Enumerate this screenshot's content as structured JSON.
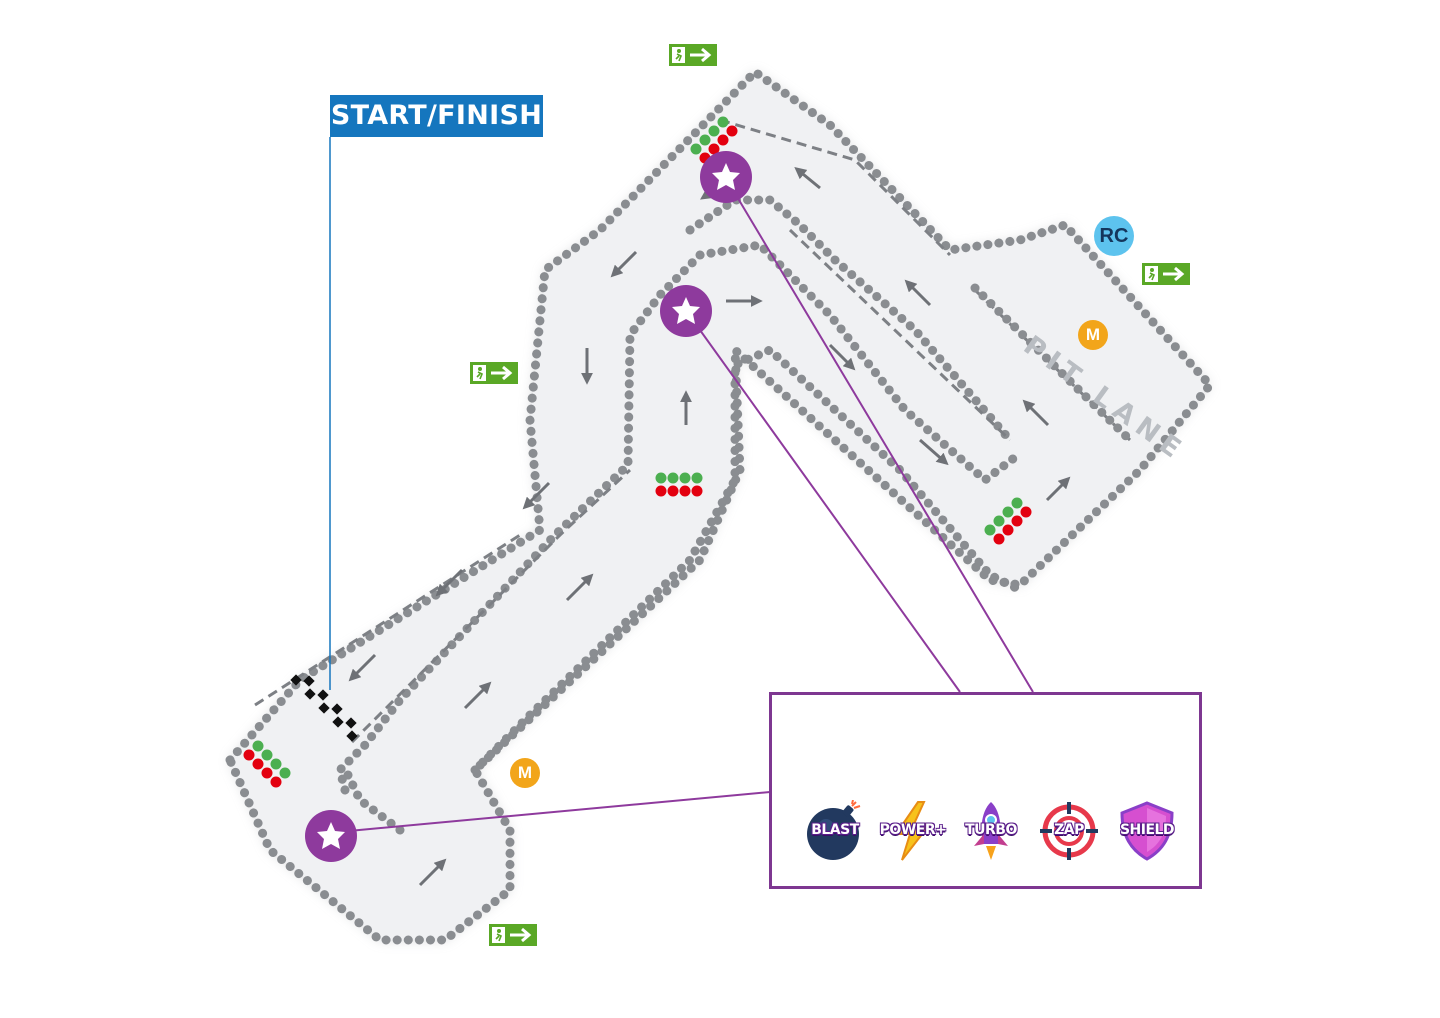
{
  "start_finish": {
    "label": "START/FINISH"
  },
  "pit_lane": {
    "label": "PIT LANE"
  },
  "markers": {
    "marshal_1": "M",
    "marshal_2": "M",
    "race_control": "RC"
  },
  "exit_signs": [
    {
      "icon": "emergency-exit-icon"
    },
    {
      "icon": "emergency-exit-icon"
    },
    {
      "icon": "emergency-exit-icon"
    },
    {
      "icon": "emergency-exit-icon"
    }
  ],
  "power_ups": [
    {
      "name": "BLAST",
      "icon": "bomb-icon"
    },
    {
      "name": "POWER+",
      "icon": "lightning-icon"
    },
    {
      "name": "TURBO",
      "icon": "rocket-icon"
    },
    {
      "name": "ZAP",
      "icon": "crosshair-icon"
    },
    {
      "name": "SHIELD",
      "icon": "shield-icon"
    }
  ],
  "colors": {
    "track": "#f0f1f3",
    "barrier": "#8a8d91",
    "start_finish_label": "#1576be",
    "power_up_marker": "#8e3a9d",
    "light_green": "#4caf50",
    "light_red": "#e3000f",
    "marshal": "#f2a51a",
    "race_control": "#5dc3ee",
    "exit_sign": "#5aa826"
  }
}
